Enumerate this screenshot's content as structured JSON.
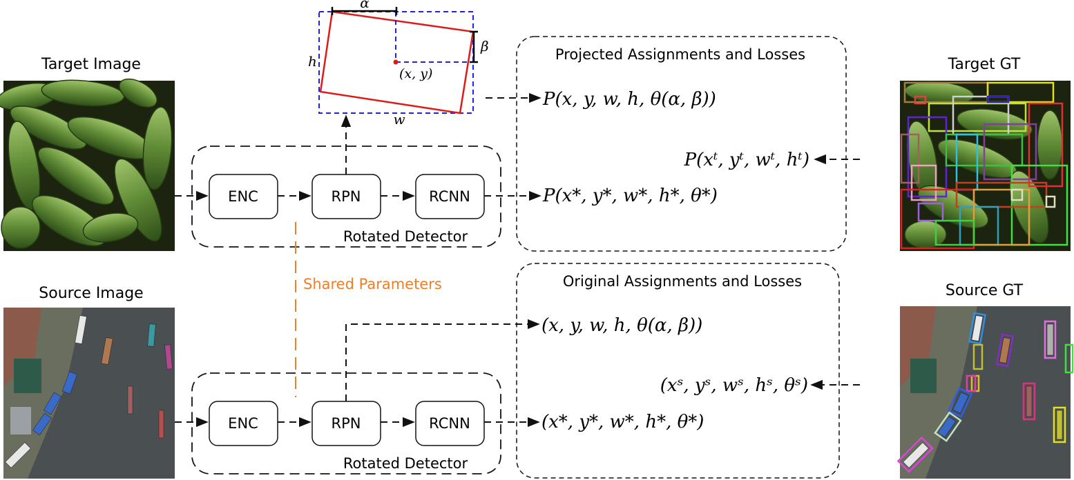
{
  "labels": {
    "target_image": "Target Image",
    "source_image": "Source Image",
    "target_gt": "Target GT",
    "source_gt": "Source GT",
    "shared_parameters": "Shared Parameters",
    "rotated_detector_top": "Rotated Detector",
    "rotated_detector_bottom": "Rotated Detector",
    "projected_title": "Projected Assignments and Losses",
    "original_title": "Original Assignments and Losses"
  },
  "blocks": {
    "enc_top": "ENC",
    "rpn_top": "RPN",
    "rcnn_top": "RCNN",
    "enc_bottom": "ENC",
    "rpn_bottom": "RPN",
    "rcnn_bottom": "RCNN"
  },
  "geometry_labels": {
    "alpha": "α",
    "beta": "β",
    "h": "h",
    "w": "w",
    "center": "(x, y)"
  },
  "formulas": {
    "proj_rotated": "P(x, y, w, h, θ(α, β))",
    "proj_target": "P(xᵗ, yᵗ, wᵗ, hᵗ)",
    "proj_pred": "P(x*, y*, w*, h*, θ*)",
    "orig_rotated": "(x, y, w, h, θ(α, β))",
    "orig_source": "(xˢ, yˢ, wˢ, hˢ, θˢ)",
    "orig_pred": "(x*, y*, w*, h*, θ*)"
  },
  "colors": {
    "shared_parameters": "#f07d28",
    "rotated_box": "#e01818",
    "bounding_box": "#2020e0",
    "center_point": "#e01818"
  },
  "icons": {
    "target_image": "cucumber-photo",
    "source_image": "aerial-harbor-photo",
    "target_gt": "cucumber-photo-with-boxes",
    "source_gt": "aerial-harbor-photo-with-rotated-boxes"
  }
}
